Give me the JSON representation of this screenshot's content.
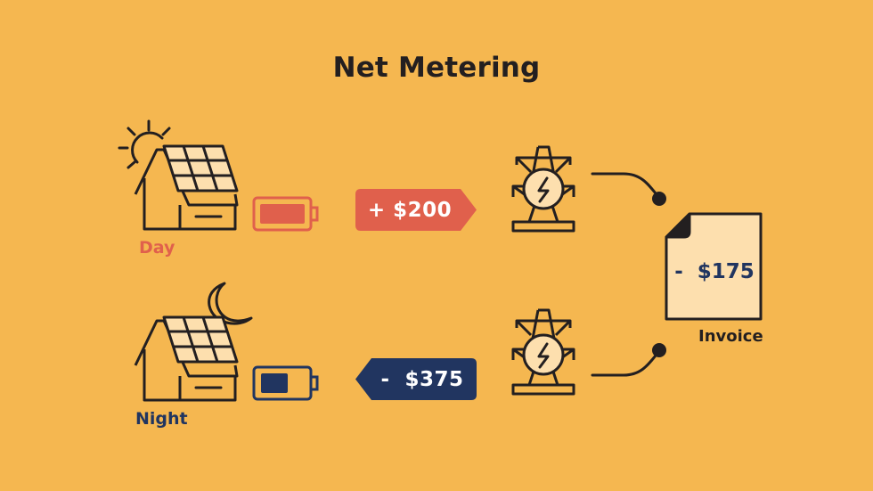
{
  "title": "Net Metering",
  "colors": {
    "background": "#F5B750",
    "day": "#E0604C",
    "night": "#213560",
    "ink": "#231F20",
    "panel_fill": "#FDDFAE"
  },
  "rows": [
    {
      "label": "Day",
      "sky_icon": "sun-icon",
      "battery_level": "full",
      "amount": "+ $200",
      "direction": "to-grid"
    },
    {
      "label": "Night",
      "sky_icon": "moon-icon",
      "battery_level": "low",
      "amount": "-  $375",
      "direction": "from-grid"
    }
  ],
  "invoice": {
    "amount": "-  $175",
    "label": "Invoice"
  }
}
